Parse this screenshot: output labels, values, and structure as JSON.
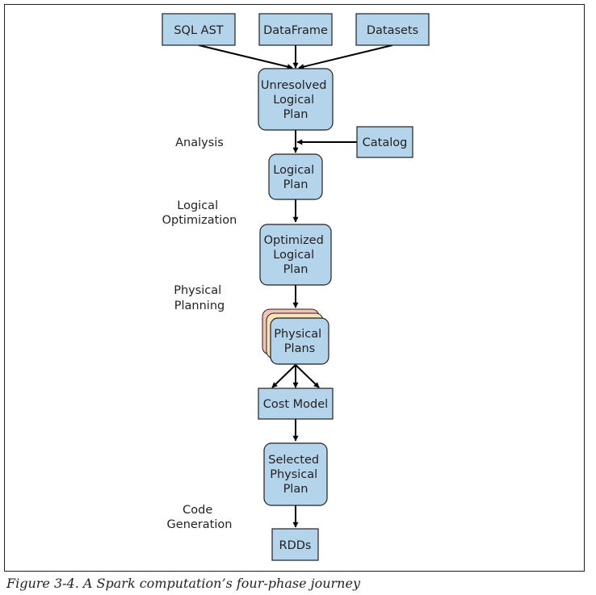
{
  "nodes": {
    "sql_ast": [
      "SQL AST"
    ],
    "dataframe": [
      "DataFrame"
    ],
    "datasets": [
      "Datasets"
    ],
    "unresolved": [
      "Unresolved",
      "Logical",
      "Plan"
    ],
    "catalog": [
      "Catalog"
    ],
    "logical": [
      "Logical",
      "Plan"
    ],
    "optimized": [
      "Optimized",
      "Logical",
      "Plan"
    ],
    "physical": [
      "Physical",
      "Plans"
    ],
    "cost_model": [
      "Cost Model"
    ],
    "selected": [
      "Selected",
      "Physical",
      "Plan"
    ],
    "rdds": [
      "RDDs"
    ]
  },
  "phases": {
    "analysis": [
      "Analysis"
    ],
    "logical_optimization": [
      "Logical",
      "Optimization"
    ],
    "physical_planning": [
      "Physical",
      "Planning"
    ],
    "code_generation": [
      "Code",
      "Generation"
    ]
  },
  "caption": "Figure 3-4. A Spark computation’s four-phase journey",
  "colors": {
    "node_fill": "#b3d4ea",
    "stack_back_1": "#f3c2b6",
    "stack_back_2": "#fbe3b8",
    "stroke": "#231f20"
  }
}
